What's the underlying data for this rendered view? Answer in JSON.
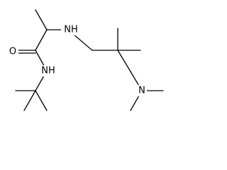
{
  "molecule": {
    "atoms": {
      "oxygen": "O",
      "amide_nitrogen": "NH",
      "amine_nitrogen": "NH",
      "dimethylamino_nitrogen": "N"
    },
    "colors": {
      "bond": "#000000",
      "label": "#000000",
      "background": "#ffffff"
    }
  }
}
